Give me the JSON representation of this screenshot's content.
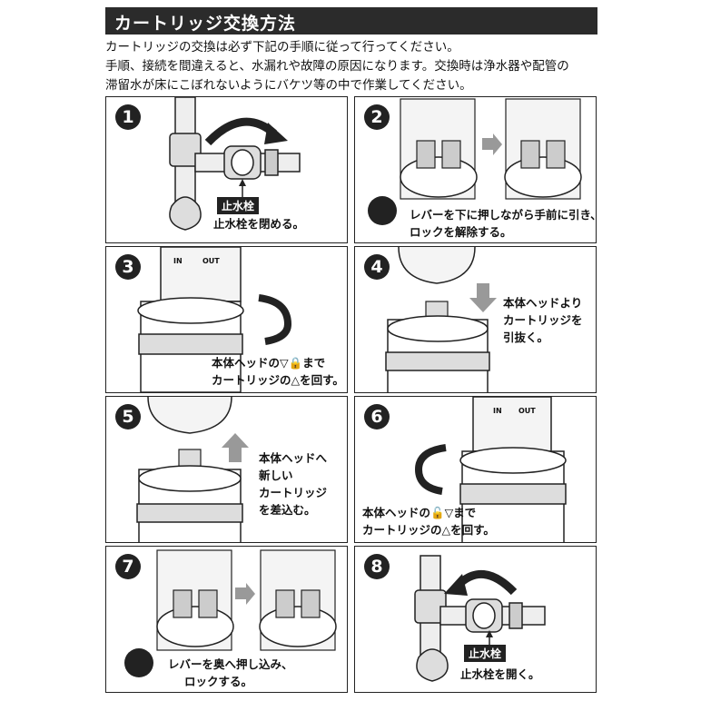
{
  "header": {
    "title": "カートリッジ交換方法"
  },
  "intro": {
    "line1": "カートリッジの交換は必ず下記の手順に従って行ってください。",
    "line2": "手順、接続を間違えると、水漏れや故障の原因になります。交換時は浄水器や配管の",
    "line3": "滞留水が床にこぼれないようにバケツ等の中で作業してください。"
  },
  "steps": [
    {
      "num": "1",
      "tag": "止水栓",
      "caption": [
        "止水栓を閉める。"
      ]
    },
    {
      "num": "2",
      "caption": [
        "レバーを下に押しながら手前に引き、",
        "ロックを解除する。"
      ]
    },
    {
      "num": "3",
      "labels": {
        "in": "IN",
        "out": "OUT"
      },
      "caption": [
        "本体ヘッドの▽🔒まで",
        "カートリッジの△を回す。"
      ]
    },
    {
      "num": "4",
      "caption": [
        "本体ヘッドより",
        "カートリッジを",
        "引抜く。"
      ]
    },
    {
      "num": "5",
      "caption": [
        "本体ヘッドへ",
        "新しい",
        "カートリッジ",
        "を差込む。"
      ]
    },
    {
      "num": "6",
      "labels": {
        "in": "IN",
        "out": "OUT"
      },
      "caption": [
        "本体ヘッドの🔓▽まで",
        "カートリッジの△を回す。"
      ]
    },
    {
      "num": "7",
      "caption": [
        "レバーを奥へ押し込み、",
        "ロックする。"
      ]
    },
    {
      "num": "8",
      "tag": "止水栓",
      "caption": [
        "止水栓を開く。"
      ]
    }
  ],
  "icons": [
    "circled-number-icon",
    "curved-arrow-icon",
    "faucet-valve-icon",
    "cartridge-icon",
    "hand-icon",
    "lever-icon"
  ]
}
